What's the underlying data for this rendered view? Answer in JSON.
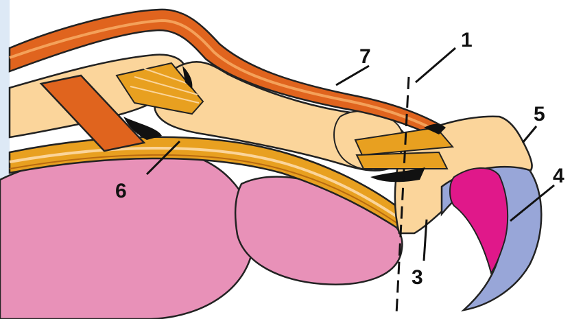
{
  "diagram": {
    "labels": {
      "l1": "1",
      "l3": "3",
      "l4": "4",
      "l5": "5",
      "l6": "6",
      "l7": "7"
    }
  },
  "colors": {
    "page_bg": "#ffffff",
    "left_edge_tint": "#dde9f6",
    "tendon_orange": "#e0641e",
    "bone_tan": "#fbd59b",
    "ligament_gold": "#e8a020",
    "pad_pink": "#e891b8",
    "claw_blue": "#98a6d8",
    "claw_quick_magenta": "#e0188a",
    "outline": "#111111"
  }
}
